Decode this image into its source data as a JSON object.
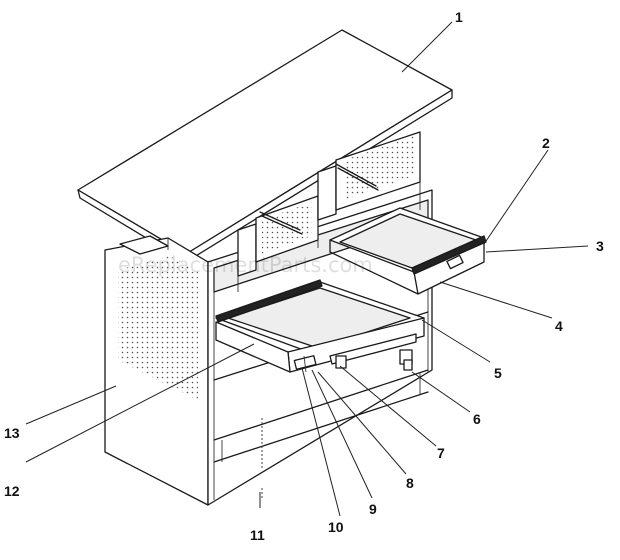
{
  "watermark": "eReplacementParts.com",
  "callouts": [
    "1",
    "2",
    "3",
    "4",
    "5",
    "6",
    "7",
    "8",
    "9",
    "10",
    "11",
    "12",
    "13"
  ]
}
